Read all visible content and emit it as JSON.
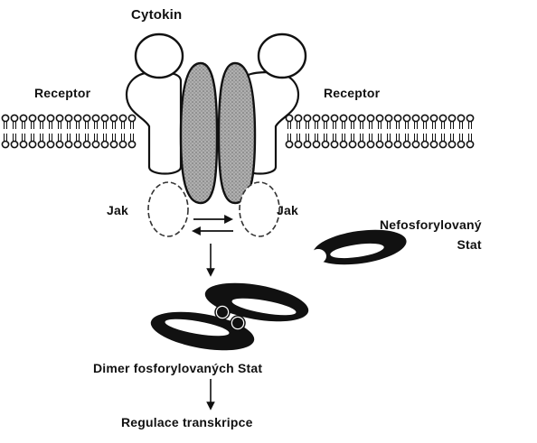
{
  "labels": {
    "cytokine": "Cytokin",
    "receptor_left": "Receptor",
    "receptor_right": "Receptor",
    "jak_left": "Jak",
    "jak_right": "Jak",
    "unphosphorylated_line1": "Nefosforylovaný",
    "unphosphorylated_line2": "Stat",
    "dimer": "Dimer fosforylovaných Stat",
    "regulation": "Regulace transkripce"
  },
  "colors": {
    "ink": "#111111",
    "shaded": "#9a9a9a",
    "background": "#ffffff"
  }
}
